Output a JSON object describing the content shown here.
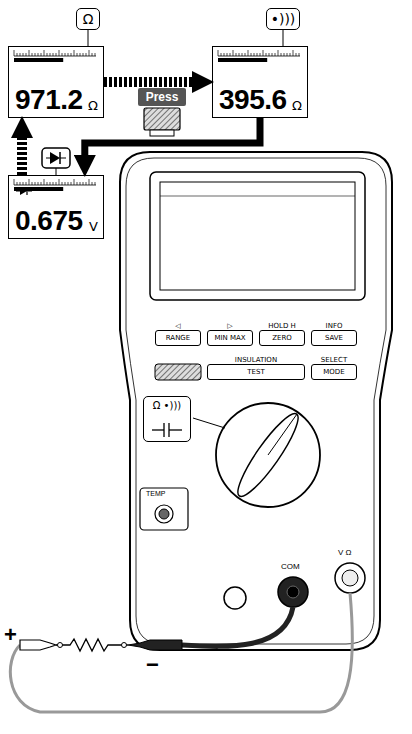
{
  "diagram": {
    "nodes": [
      {
        "text": [
          "Ω"
        ]
      },
      {
        "text": [
          "971.2",
          "Ω"
        ]
      },
      {
        "text": [
          "•)))"
        ]
      },
      {
        "text": [
          "395.6",
          "Ω"
        ]
      },
      {
        "text": [
          "0.675",
          "V"
        ]
      },
      {
        "text": [
          "Press"
        ]
      },
      {
        "text": [
          "◁",
          "RANGE"
        ]
      },
      {
        "text": [
          "▷",
          "MIN MAX"
        ]
      },
      {
        "text": [
          "HOLD H",
          "ZERO"
        ]
      },
      {
        "text": [
          "INFO",
          "SAVE"
        ]
      },
      {
        "text": [
          "INSULATION",
          "TEST"
        ]
      },
      {
        "text": [
          "SELECT",
          "MODE"
        ]
      },
      {
        "text": [
          "Ω •)))"
        ]
      }
    ],
    "edges": [
      {
        "from": 1,
        "to": 3,
        "arrow": "to"
      },
      {
        "from": 3,
        "to": 4,
        "arrow": "to"
      },
      {
        "from": 4,
        "to": 1,
        "arrow": "to"
      },
      {
        "from": 0,
        "to": 1,
        "arrow": "none"
      },
      {
        "from": 2,
        "to": 3,
        "arrow": "none"
      }
    ],
    "labels": [
      "TEMP",
      "COM",
      "V Ω",
      "+",
      "−"
    ]
  }
}
